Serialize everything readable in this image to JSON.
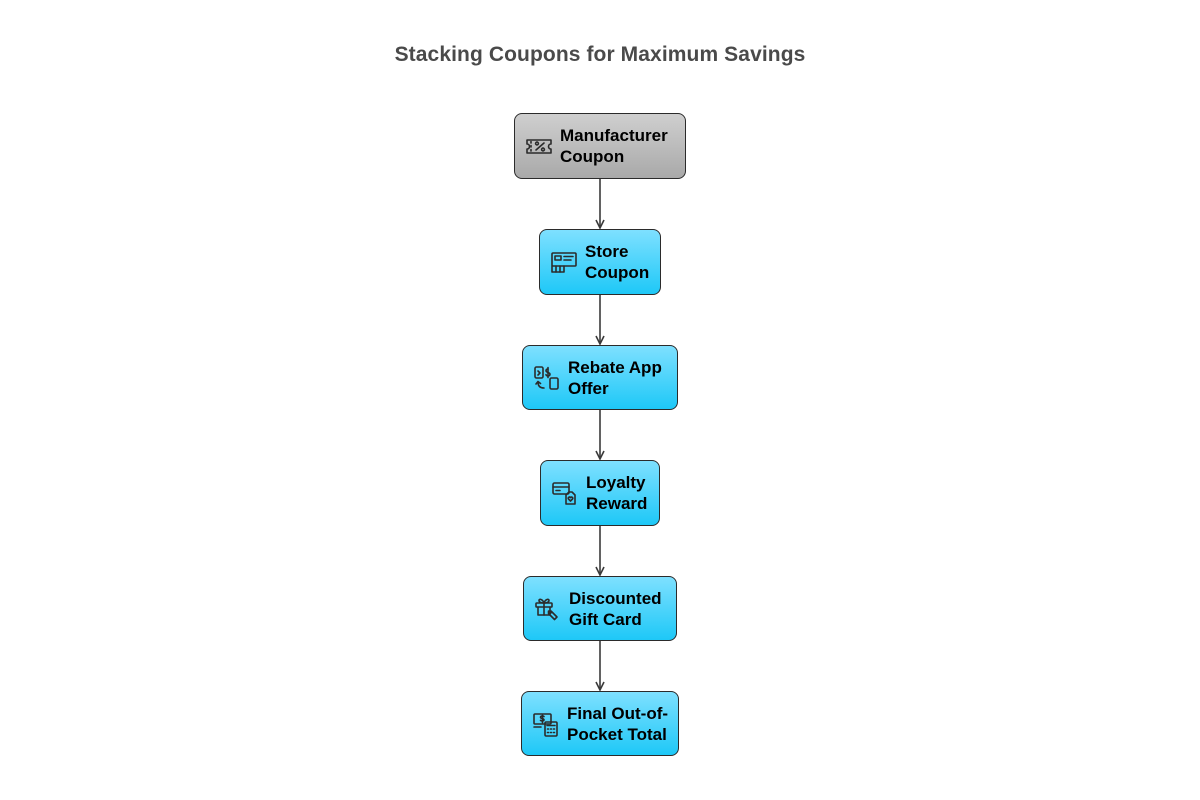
{
  "diagram": {
    "title": "Stacking Coupons for Maximum Savings",
    "nodes": [
      {
        "id": "manufacturer-coupon",
        "label": "Manufacturer\nCoupon",
        "icon": "coupon-percent-icon",
        "color": "#b8b8b8"
      },
      {
        "id": "store-coupon",
        "label": "Store\nCoupon",
        "icon": "store-receipt-icon",
        "color": "#38cdf9"
      },
      {
        "id": "rebate-app-offer",
        "label": "Rebate App\nOffer",
        "icon": "cashback-app-icon",
        "color": "#38cdf9"
      },
      {
        "id": "loyalty-reward",
        "label": "Loyalty\nReward",
        "icon": "loyalty-card-icon",
        "color": "#38cdf9"
      },
      {
        "id": "discounted-gift-card",
        "label": "Discounted\nGift Card",
        "icon": "gift-tag-icon",
        "color": "#38cdf9"
      },
      {
        "id": "final-total",
        "label": "Final Out-of-\nPocket Total",
        "icon": "cash-calculator-icon",
        "color": "#38cdf9"
      }
    ],
    "edges": [
      {
        "from": "manufacturer-coupon",
        "to": "store-coupon"
      },
      {
        "from": "store-coupon",
        "to": "rebate-app-offer"
      },
      {
        "from": "rebate-app-offer",
        "to": "loyalty-reward"
      },
      {
        "from": "loyalty-reward",
        "to": "discounted-gift-card"
      },
      {
        "from": "discounted-gift-card",
        "to": "final-total"
      }
    ]
  }
}
